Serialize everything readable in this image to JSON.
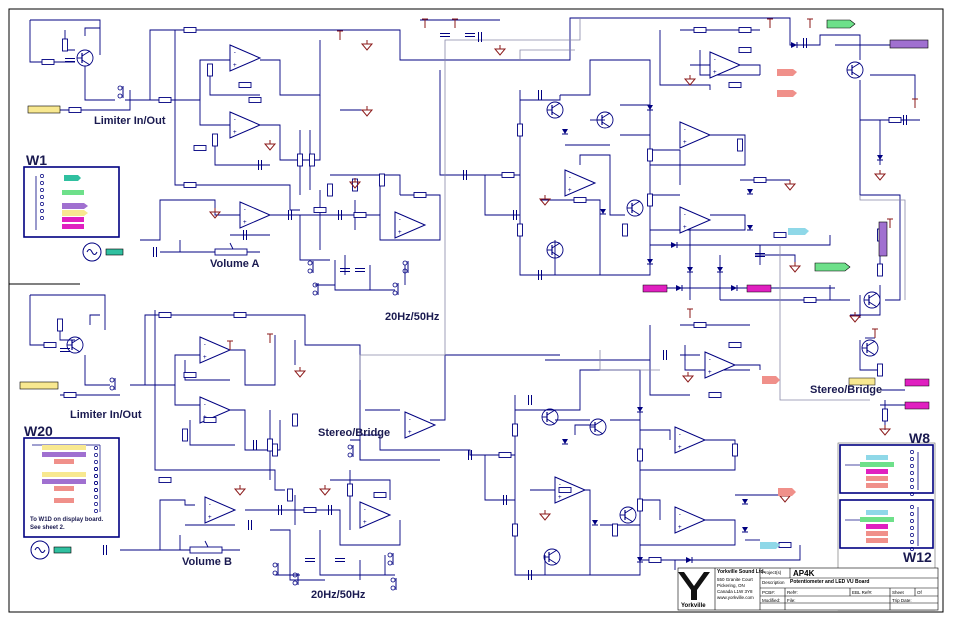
{
  "labels": {
    "limiter_a": "Limiter In/Out",
    "limiter_b": "Limiter In/Out",
    "volume_a": "Volume A",
    "volume_b": "Volume B",
    "filter_a": "20Hz/50Hz",
    "filter_b": "20Hz/50Hz",
    "stereo_bridge_center": "Stereo/Bridge",
    "stereo_bridge_right": "Stereo/Bridge",
    "w1": "W1",
    "w20": "W20",
    "w8": "W8",
    "w12": "W12",
    "w20_note_1": "To W1D on display board.",
    "w20_note_2": "See sheet 2."
  },
  "title_block": {
    "company": "Yorkville Sound Ltd.",
    "address_1": "550 Granite Court",
    "address_2": "Pickering, ON",
    "address_3": "Canada L1W 3Y8",
    "website": "www.yorkville.com",
    "logo_text": "Yorkville",
    "project_label": "Project(s)",
    "project": "AP4K",
    "description_label": "Description",
    "description": "Potentiometer and LED VU Board",
    "pcb_label": "PCB#:",
    "ref_label": "Ref#:",
    "ebl_label": "EBL Ref#:",
    "sheet_label": "Sheet",
    "sheet_of": "Of",
    "modified_label": "Modified:",
    "file_label": "File:",
    "date_label": "Trip Date:"
  },
  "colors": {
    "wire": "#000080",
    "ground": "#8b1a1a",
    "green": "#6ee08a",
    "purple": "#a070d0",
    "salmon": "#f0908a",
    "magenta": "#e020c0",
    "yellow": "#f8e890",
    "cyan": "#8fd8e8",
    "teal": "#30c0a0",
    "frame": "#000000"
  }
}
